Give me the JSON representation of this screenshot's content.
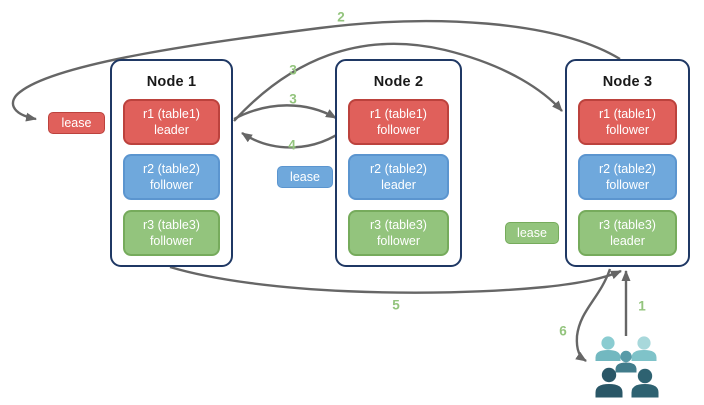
{
  "colors": {
    "red_fill": "#e0605b",
    "red_border": "#bc423d",
    "blue_fill": "#6fa8dc",
    "blue_border": "#5b95cf",
    "green_fill": "#93c47d",
    "green_border": "#76ab5c",
    "node_fill": "#ffffff",
    "node_border": "#1f3864",
    "arrow": "#666666",
    "step_label": "#93c47d",
    "title_text": "#1a1a1a",
    "text_on_box": "#ffffff",
    "u1_head": "#8accd1",
    "u1_body": "#72b8c0",
    "u2_head": "#a8d8db",
    "u2_body": "#7fc3c9",
    "u3_head": "#589ba8",
    "u3_body": "#417c8b",
    "u4": "#2a5767",
    "u5": "#2e6271"
  },
  "nodes": [
    {
      "title": "Node 1",
      "replicas": [
        {
          "line1": "r1 (table1)",
          "line2": "leader"
        },
        {
          "line1": "r2 (table2)",
          "line2": "follower"
        },
        {
          "line1": "r3 (table3)",
          "line2": "follower"
        }
      ]
    },
    {
      "title": "Node 2",
      "replicas": [
        {
          "line1": "r1 (table1)",
          "line2": "follower"
        },
        {
          "line1": "r2 (table2)",
          "line2": "leader"
        },
        {
          "line1": "r3 (table3)",
          "line2": "follower"
        }
      ]
    },
    {
      "title": "Node 3",
      "replicas": [
        {
          "line1": "r1 (table1)",
          "line2": "follower"
        },
        {
          "line1": "r2 (table2)",
          "line2": "follower"
        },
        {
          "line1": "r3 (table3)",
          "line2": "leader"
        }
      ]
    }
  ],
  "leases": {
    "red": {
      "label": "lease"
    },
    "blue": {
      "label": "lease"
    },
    "green": {
      "label": "lease"
    }
  },
  "steps": {
    "s1": "1",
    "s2": "2",
    "s3a": "3",
    "s3b": "3",
    "s4": "4",
    "s5": "5",
    "s6": "6"
  }
}
